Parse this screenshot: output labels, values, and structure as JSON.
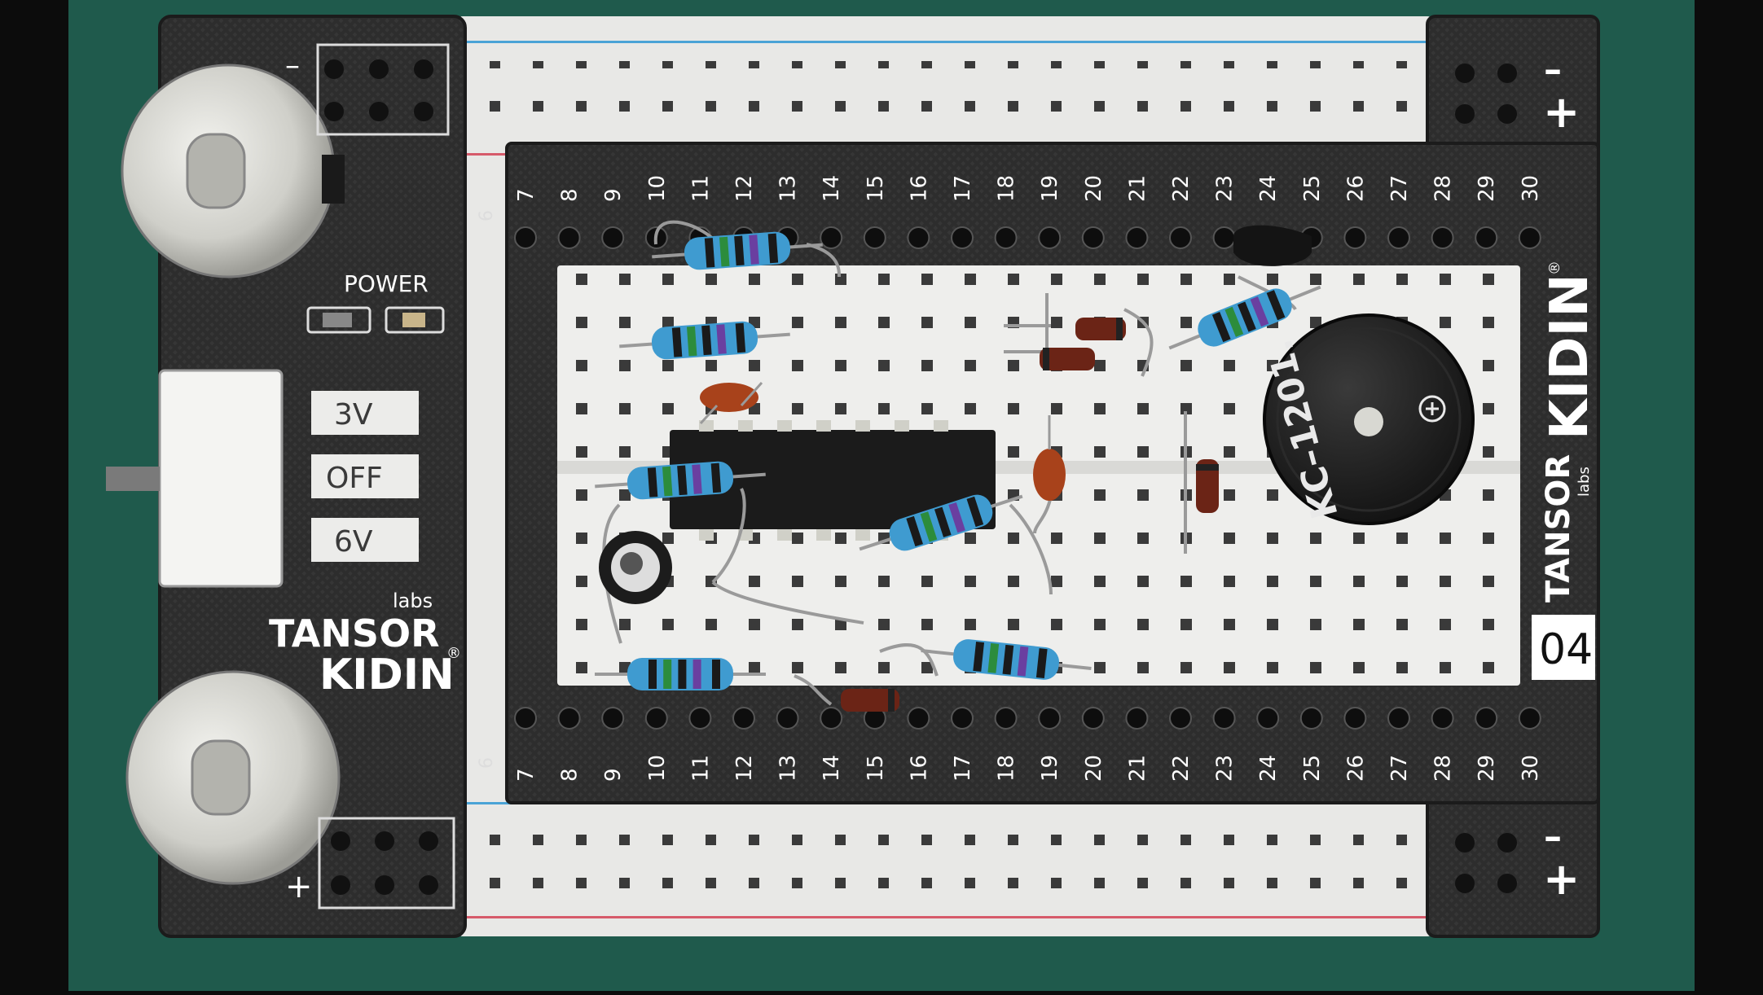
{
  "board": {
    "power_label": "POWER",
    "switch": [
      "3V",
      "OFF",
      "6V"
    ],
    "brand_small": "labs",
    "brand_top": "TANSOR",
    "brand_bottom": "KIDIN",
    "registered": "®",
    "rail_minus": "–",
    "rail_plus": "+",
    "row_numbers": [
      "7",
      "8",
      "9",
      "10",
      "11",
      "12",
      "13",
      "14",
      "15",
      "16",
      "17",
      "18",
      "19",
      "20",
      "21",
      "22",
      "23",
      "24",
      "25",
      "26",
      "27",
      "28",
      "29",
      "30"
    ],
    "side_row_number": "6",
    "page_number": "04",
    "buzzer_text": "KC–1201."
  },
  "colors": {
    "felt": "#1f5a4c",
    "pcb": "#2b2b2b",
    "breadboard": "#e8e8e6",
    "rail_blue": "#4aa3d6",
    "rail_red": "#d65a6a",
    "resistor_body": "#3f9bd0",
    "capacitor": "#a8421b"
  }
}
